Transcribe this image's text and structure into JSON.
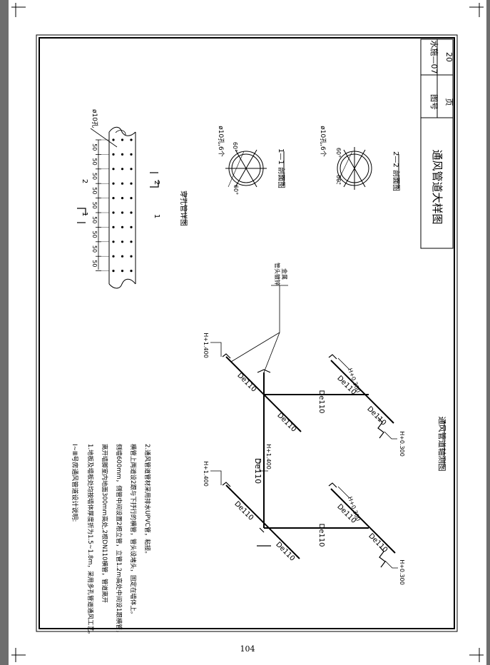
{
  "title_block": {
    "drawing_no_label": "图号",
    "drawing_no": "水施—07",
    "page_label": "页",
    "page_value": "20",
    "drawing_title": "通风管道大样图"
  },
  "pipe_detail": {
    "hole_note": "ø10孔",
    "spacing": "50",
    "section_1": "1",
    "section_2": "2",
    "title": "穿孔管详图"
  },
  "section_views": {
    "s1_note": "ø10孔,6个",
    "s1_title": "1—1 剖面图",
    "s2_note": "ø10孔,6个",
    "s2_title": "2—2 剖面图",
    "angle": "60°"
  },
  "axon": {
    "title": "通风管道轴测图",
    "pipe_de110": "De110",
    "pipe_label_main": "De110",
    "elev_1400": "H+1.400",
    "elev_300": "H+0.300",
    "elev_main": "H+1.400",
    "leader_note_1": "管头镀锌",
    "leader_note_2": "金属"
  },
  "notes": {
    "heading": "Ⅰ~Ⅲ号房通风管道设计说明:",
    "line1": "1.地板及墙板处均按墙体厚度折为1.5~1.8m，采用多孔管道通风工艺。",
    "line2": "离开墙脚室内地面300mm高处,2根DN110横管，管道离开",
    "line3": "侧墙600mm，侧管中间设置2根立管，立管1.2m高处中间设1跟横管，",
    "line4": "横管上两道设2跟与下抒行的横管，管头设堵头，固定在墙体上。",
    "line5": "2.通风管道管材采用排水UPVC管，粘接。"
  },
  "page_number": "104"
}
